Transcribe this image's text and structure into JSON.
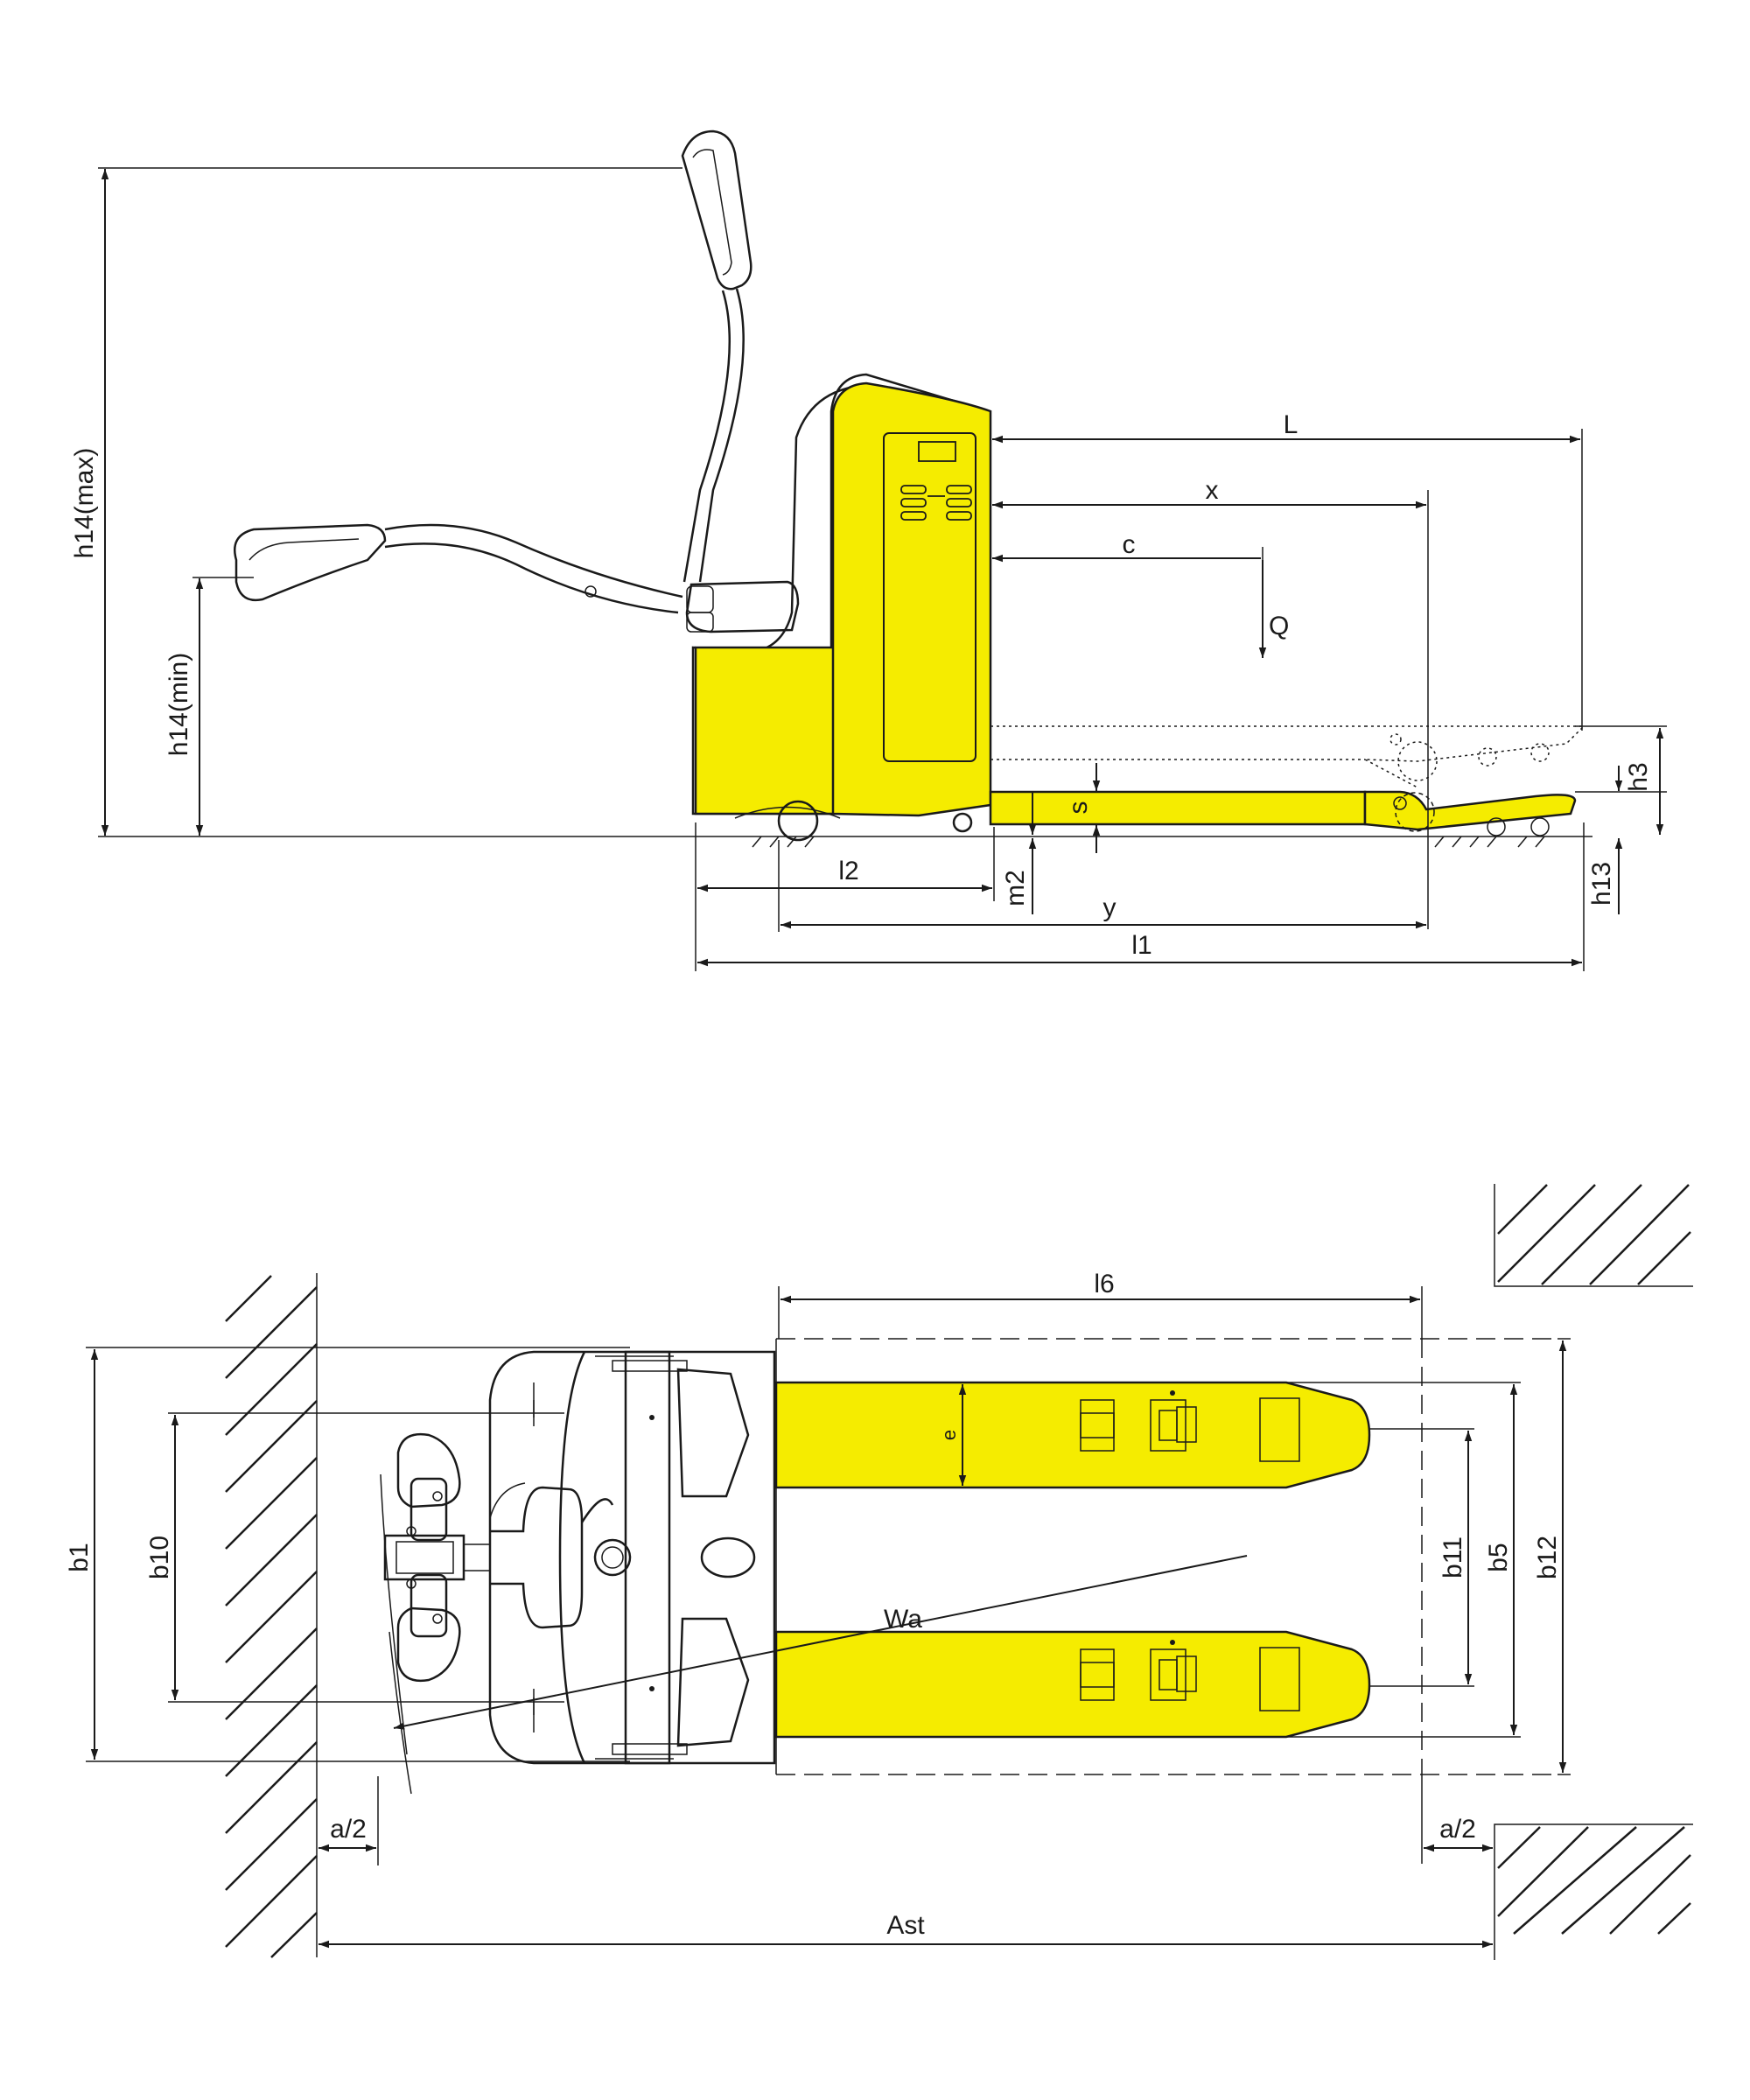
{
  "colors": {
    "body": "#f5ec00",
    "line": "#1a1a1a",
    "background": "#ffffff"
  },
  "side_view": {
    "labels": {
      "h14_max": "h14(max)",
      "h14_min": "h14(min)",
      "L": "L",
      "x": "x",
      "c": "c",
      "Q": "Q",
      "s": "s",
      "h3": "h3",
      "h13": "h13",
      "l2": "l2",
      "m2": "m2",
      "y": "y",
      "l1": "l1"
    }
  },
  "top_view": {
    "labels": {
      "l6": "l6",
      "b1": "b1",
      "b10": "b10",
      "e": "e",
      "Wa": "Wa",
      "b11": "b11",
      "b5": "b5",
      "b12": "b12",
      "a2_left": "a/2",
      "a2_right": "a/2",
      "Ast": "Ast"
    }
  }
}
